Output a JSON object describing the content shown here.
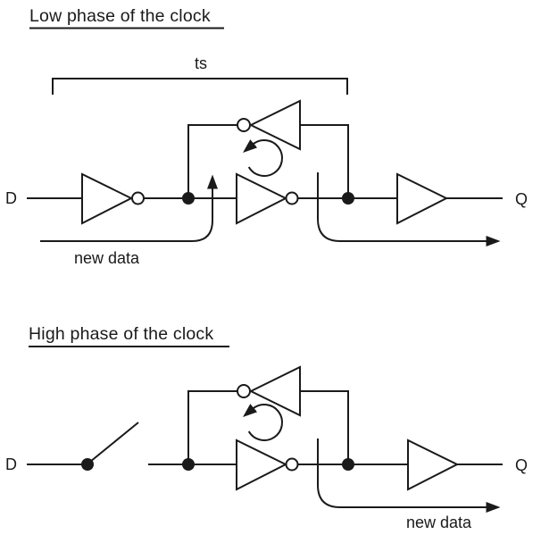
{
  "colors": {
    "ink": "#1a1a1a",
    "background": "#ffffff"
  },
  "low_phase": {
    "title": "Low phase of the clock",
    "setup_time_label": "ts",
    "input_label": "D",
    "output_label": "Q",
    "new_data_label": "new data"
  },
  "high_phase": {
    "title": "High phase of the clock",
    "input_label": "D",
    "output_label": "Q",
    "new_data_label": "new data"
  }
}
